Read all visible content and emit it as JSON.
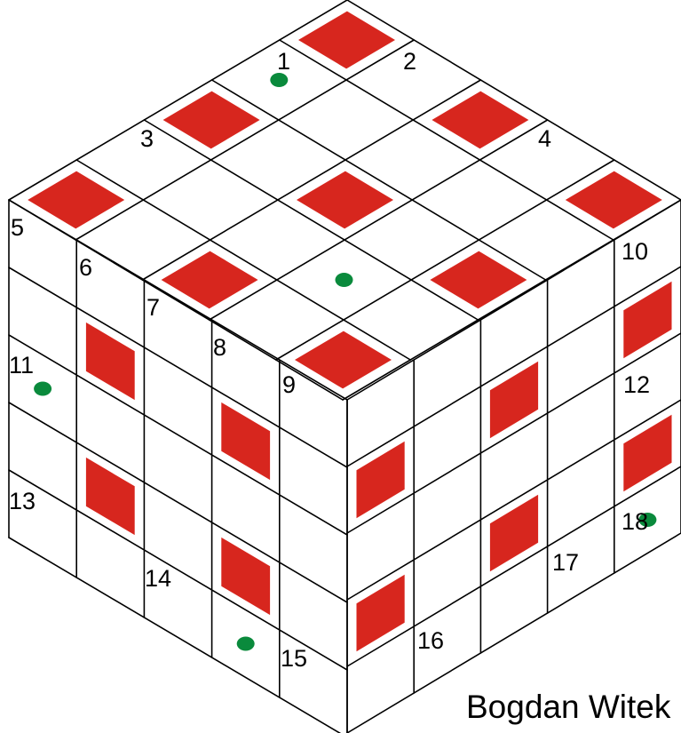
{
  "diagram": {
    "grid_size": 5,
    "labels": [
      "1",
      "2",
      "3",
      "4",
      "5",
      "6",
      "7",
      "8",
      "9",
      "10",
      "11",
      "12",
      "13",
      "14",
      "15",
      "16",
      "17",
      "18"
    ],
    "signature": "Bogdan Witek",
    "colors": {
      "tile": "#d7261e",
      "dot": "#0a8a3c",
      "line": "#000000",
      "face": "#ffffff"
    },
    "tiles": {
      "top": [
        [
          0,
          0
        ],
        [
          2,
          0
        ],
        [
          0,
          2
        ],
        [
          2,
          2
        ],
        [
          4,
          2
        ],
        [
          2,
          4
        ],
        [
          0,
          4
        ],
        [
          4,
          4
        ],
        [
          4,
          0
        ]
      ],
      "left": [
        [
          1,
          1
        ],
        [
          3,
          1
        ],
        [
          1,
          3
        ],
        [
          3,
          3
        ]
      ],
      "right": [
        [
          0,
          1
        ],
        [
          2,
          1
        ],
        [
          4,
          1
        ],
        [
          2,
          3
        ],
        [
          0,
          3
        ],
        [
          4,
          3
        ]
      ]
    },
    "dots": {
      "top": [
        [
          1,
          0
        ],
        [
          3,
          3
        ]
      ],
      "left": [
        [
          0,
          2
        ],
        [
          3,
          4
        ]
      ],
      "right": [
        [
          4,
          4
        ]
      ]
    }
  }
}
